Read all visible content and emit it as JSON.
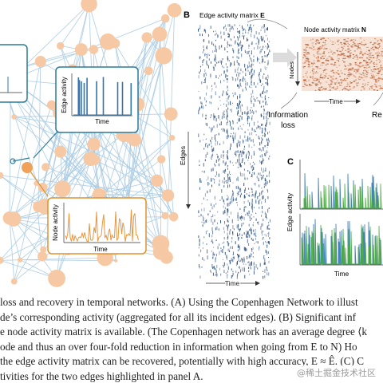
{
  "panel_b": {
    "letter": "B",
    "edge_matrix_title_prefix": "Edge activity matrix ",
    "edge_matrix_symbol": "E",
    "node_matrix_title_prefix": "Node activity matrix ",
    "node_matrix_symbol": "N",
    "nodes_axis": "Nodes",
    "time_axis_node": "Time",
    "edges_axis": "Edges",
    "time_axis_edge": "Time",
    "info_loss_line1": "Information",
    "info_loss_line2": "loss",
    "recovery_partial": "Re"
  },
  "panel_a": {
    "edge_activity_ylabel": "Edge activity",
    "edge_activity_xlabel": "Time",
    "node_activity_ylabel": "Node activity",
    "node_activity_xlabel": "Time"
  },
  "panel_c": {
    "letter": "C",
    "ylabel": "Edge activity",
    "xlabel": "Time"
  },
  "caption": {
    "line1": "loss and recovery in temporal networks. (A) Using the Copenhagen Network to illust",
    "line2": "de’s corresponding activity (aggregated for all its incident edges). (B) Significant inf",
    "line3": "e node activity matrix is available. (The Copenhagen network has an average degree ⟨k",
    "line4": "ode and thus an over four-fold reduction in information when going from E to N) Ho",
    "line5": "the edge activity matrix can be recovered, potentially with high accuracy, E ≈ Ê. (C) C",
    "line6": "tivities for the two edges highlighted in panel A."
  },
  "watermark": "@稀土掘金技术社区",
  "colors": {
    "network_edge": "#a9cbe3",
    "node": "#f6c9a4",
    "edge_series": "#2f74b5",
    "node_series": "#e8963c",
    "recovered_series": "#49a83f",
    "matrix_dot": "#254a7a",
    "node_matrix": "#b5552a",
    "box_border": "#2a7a99",
    "node_box_border": "#e0922e"
  }
}
